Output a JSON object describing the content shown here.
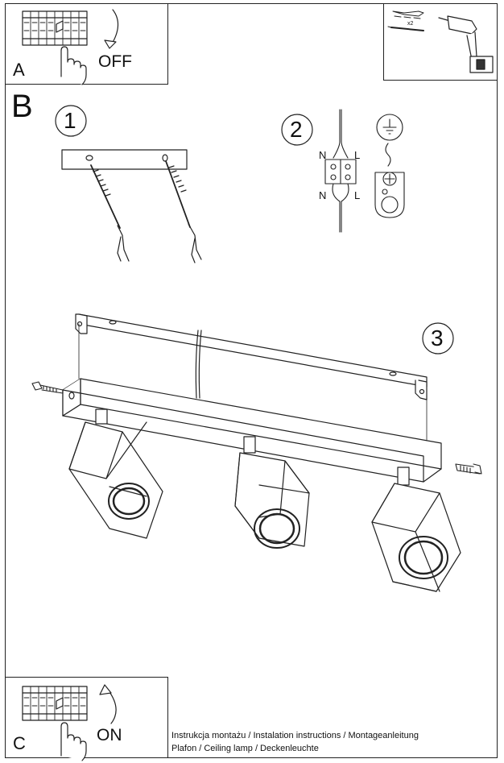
{
  "panel_a": {
    "label": "A",
    "switch_state": "OFF"
  },
  "panel_b": {
    "label": "B",
    "steps": [
      "1",
      "2",
      "3"
    ],
    "wire_labels": {
      "n_top": "N",
      "l_top": "L",
      "n_bottom": "N",
      "l_bottom": "L"
    }
  },
  "tools": {
    "quantity": "x2"
  },
  "panel_c": {
    "label": "C",
    "switch_state": "ON"
  },
  "footer": {
    "line1": "Instrukcja montażu / Instalation instructions / Montageanleitung",
    "line2": "Plafon / Ceiling lamp / Deckenleuchte"
  }
}
